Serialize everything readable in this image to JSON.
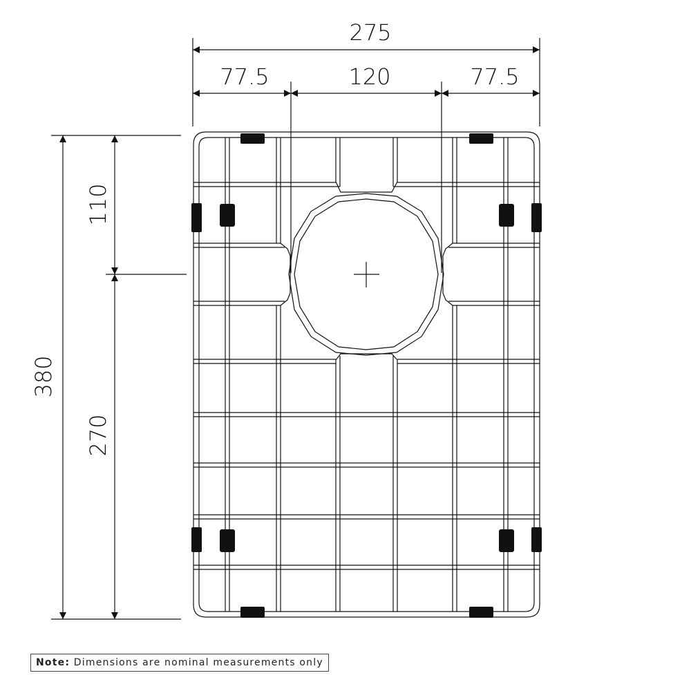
{
  "dimensions": {
    "overall_width": "275",
    "left_offset": "77.5",
    "drain_span": "120",
    "right_offset": "77.5",
    "overall_height": "380",
    "top_to_drain": "110",
    "drain_to_bottom": "270"
  },
  "note": {
    "label": "Note:",
    "text": "Dimensions are nominal measurements only"
  },
  "colors": {
    "line": "#111111",
    "foot": "#111111"
  }
}
